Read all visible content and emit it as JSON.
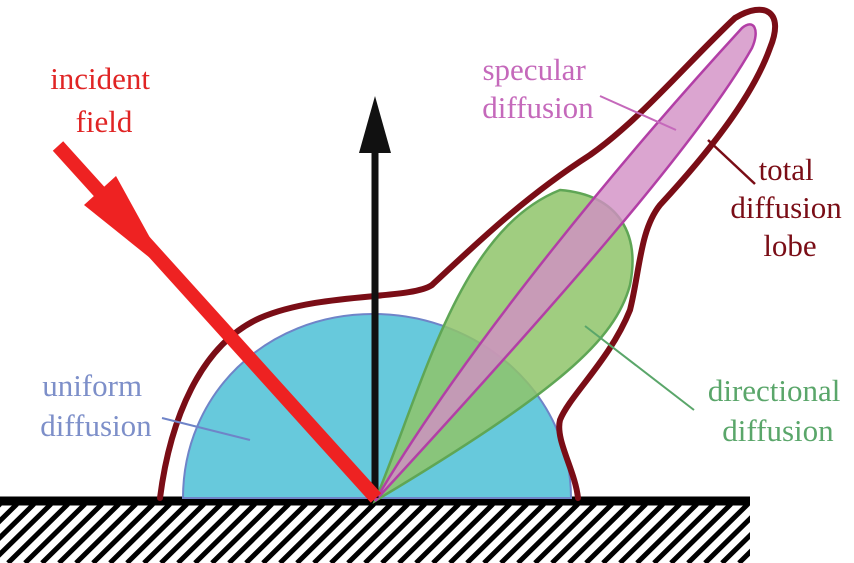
{
  "labels": {
    "incident": {
      "line1": "incident",
      "line2": "field"
    },
    "specular": {
      "line1": "specular",
      "line2": "diffusion"
    },
    "total": {
      "line1": "total",
      "line2": "diffusion",
      "line3": "lobe"
    },
    "uniform": {
      "line1": "uniform",
      "line2": "diffusion"
    },
    "directional": {
      "line1": "directional",
      "line2": "diffusion"
    }
  },
  "colors": {
    "incident_arrow": "#ee2222",
    "incident_text": "#e02424",
    "normal_arrow": "#111111",
    "uniform_fill": "#67c9dc",
    "uniform_edge": "#6f84c8",
    "uniform_text": "#7d8fc9",
    "directional_fill": "#93c567",
    "directional_edge": "#5fa655",
    "directional_text": "#5aa66a",
    "specular_fill": "#d28ec4",
    "specular_edge": "#b23fa6",
    "specular_text": "#c569bb",
    "total_outline": "#7a0d16",
    "total_text": "#7a0d16",
    "ground": "#000000"
  }
}
